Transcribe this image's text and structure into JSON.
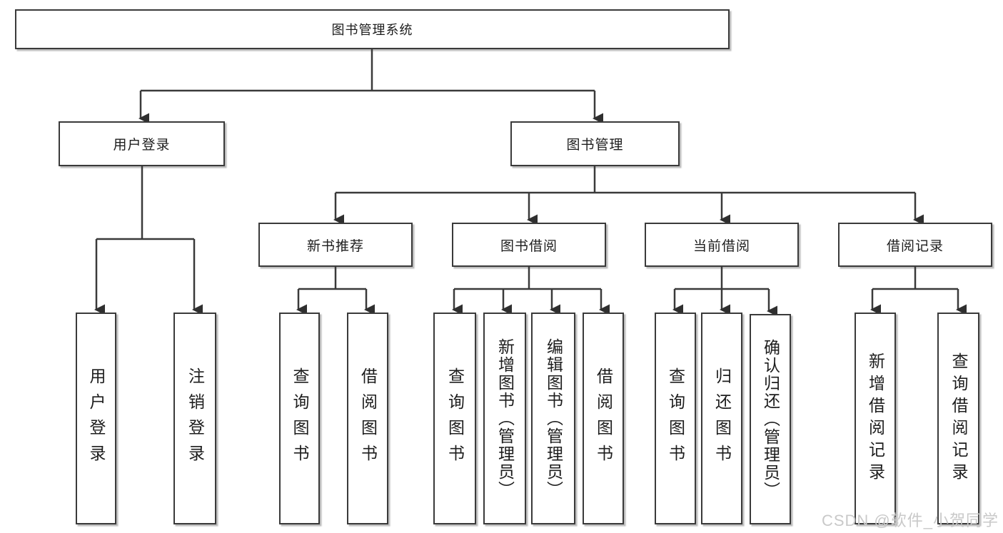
{
  "tree": {
    "root": "图书管理系统",
    "branches": [
      {
        "label": "用户登录",
        "children": [
          "用户登录",
          "注销登录"
        ]
      },
      {
        "label": "图书管理",
        "groups": [
          {
            "label": "新书推荐",
            "children": [
              "查询图书",
              "借阅图书"
            ]
          },
          {
            "label": "图书借阅",
            "children": [
              "查询图书",
              "新增图书（管理员）",
              "编辑图书（管理员）",
              "借阅图书"
            ]
          },
          {
            "label": "当前借阅",
            "children": [
              "查询图书",
              "归还图书",
              "确认归还（管理员）"
            ]
          },
          {
            "label": "借阅记录",
            "children": [
              "新增借阅记录",
              "查询借阅记录"
            ]
          }
        ]
      }
    ]
  },
  "watermark": {
    "text": "CSDN @软件_小贺同学"
  },
  "colors": {
    "line": "#3a3a3a",
    "box_border": "#3a3a3a",
    "text": "#1d1d1d",
    "watermark": "#c9c9c9",
    "background": "#ffffff"
  }
}
